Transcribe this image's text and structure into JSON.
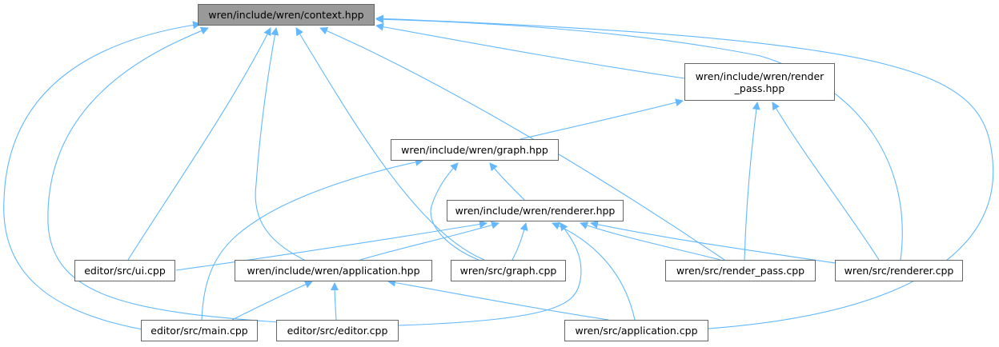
{
  "colors": {
    "edge": "#63b8ff",
    "node_border": "#666666",
    "root_fill": "#999999",
    "node_fill": "#ffffff"
  },
  "nodes": {
    "context": "wren/include/wren/context.hpp",
    "render_pass_line1": "wren/include/wren/render",
    "render_pass_line2": "_pass.hpp",
    "graph": "wren/include/wren/graph.hpp",
    "renderer": "wren/include/wren/renderer.hpp",
    "ui": "editor/src/ui.cpp",
    "application_hpp": "wren/include/wren/application.hpp",
    "graph_cpp": "wren/src/graph.cpp",
    "render_pass_cpp": "wren/src/render_pass.cpp",
    "renderer_cpp": "wren/src/renderer.cpp",
    "main": "editor/src/main.cpp",
    "editor": "editor/src/editor.cpp",
    "application_cpp": "wren/src/application.cpp"
  },
  "edges": [
    {
      "from": "render_pass",
      "to": "context"
    },
    {
      "from": "graph",
      "to": "render_pass"
    },
    {
      "from": "renderer",
      "to": "graph"
    },
    {
      "from": "ui",
      "to": "context"
    },
    {
      "from": "ui",
      "to": "renderer"
    },
    {
      "from": "application_hpp",
      "to": "context"
    },
    {
      "from": "application_hpp",
      "to": "renderer"
    },
    {
      "from": "graph_cpp",
      "to": "context"
    },
    {
      "from": "graph_cpp",
      "to": "graph"
    },
    {
      "from": "graph_cpp",
      "to": "renderer"
    },
    {
      "from": "render_pass_cpp",
      "to": "context"
    },
    {
      "from": "render_pass_cpp",
      "to": "render_pass"
    },
    {
      "from": "render_pass_cpp",
      "to": "renderer"
    },
    {
      "from": "renderer_cpp",
      "to": "context"
    },
    {
      "from": "renderer_cpp",
      "to": "render_pass"
    },
    {
      "from": "renderer_cpp",
      "to": "renderer"
    },
    {
      "from": "main",
      "to": "context"
    },
    {
      "from": "main",
      "to": "graph"
    },
    {
      "from": "main",
      "to": "application_hpp"
    },
    {
      "from": "editor",
      "to": "context"
    },
    {
      "from": "editor",
      "to": "renderer"
    },
    {
      "from": "editor",
      "to": "application_hpp"
    },
    {
      "from": "application_cpp",
      "to": "context"
    },
    {
      "from": "application_cpp",
      "to": "renderer"
    },
    {
      "from": "application_cpp",
      "to": "application_hpp"
    }
  ]
}
